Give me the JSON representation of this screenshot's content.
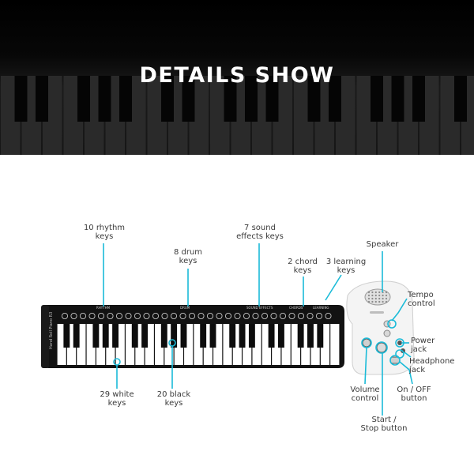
{
  "banner": {
    "title": "DETAILS SHOW"
  },
  "colors": {
    "accent": "#1bbbd8",
    "banner_bg": "#0b0b0b",
    "piano_body": "#111111",
    "white_key": "#ffffff",
    "black_key": "#0d0d0d",
    "label_text": "#3a3a3a"
  },
  "device": {
    "side_label": "Hand Roll Piano R3",
    "section_labels": {
      "rhythm": "RHYTHM",
      "drum": "DRUM",
      "sound_effects": "SOUND EFFECTS",
      "chord": "CHORDS",
      "learning": "LEARNING"
    }
  },
  "callouts": {
    "rhythm_keys": [
      "10 rhythm",
      "keys"
    ],
    "drum_keys": [
      "8 drum",
      "keys"
    ],
    "sound_effects_keys": [
      "7 sound",
      "effects keys"
    ],
    "chord_keys": [
      "2 chord",
      "keys"
    ],
    "learning_keys": [
      "3 learning",
      "keys"
    ],
    "speaker": [
      "Speaker"
    ],
    "tempo_control": [
      "Tempo",
      "control"
    ],
    "power_jack": [
      "Power",
      "jack"
    ],
    "headphone_jack": [
      "Headphone",
      "jack"
    ],
    "on_off_button": [
      "On / OFF",
      "button"
    ],
    "volume_control": [
      "Volume",
      "control"
    ],
    "start_stop_button": [
      "Start /",
      "Stop button"
    ],
    "white_keys": [
      "29 white",
      "keys"
    ],
    "black_keys": [
      "20 black",
      "keys"
    ]
  }
}
